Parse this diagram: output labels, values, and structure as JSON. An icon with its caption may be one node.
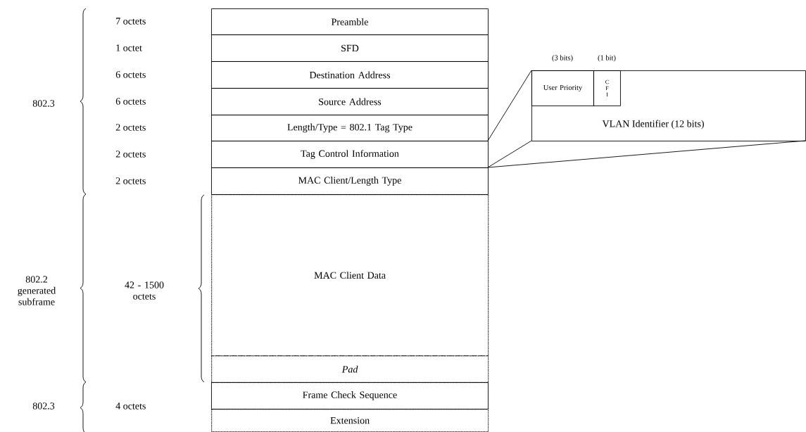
{
  "diagram": {
    "nodes": [
      {
        "text": [
          "Preamble"
        ]
      },
      {
        "text": [
          "SFD"
        ]
      },
      {
        "text": [
          "Destination Address"
        ]
      },
      {
        "text": [
          "Source Address"
        ]
      },
      {
        "text": [
          "Length/Type = 802.1 Tag Type"
        ]
      },
      {
        "text": [
          "Tag Control Information"
        ]
      },
      {
        "text": [
          "MAC Client/Length Type"
        ]
      },
      {
        "text": [
          "MAC Client Data"
        ]
      },
      {
        "text": [
          "Pad"
        ]
      },
      {
        "text": [
          "Frame Check Sequence"
        ]
      },
      {
        "text": [
          "Extension"
        ]
      },
      {
        "text": [
          "VLAN Identifier (12 bits)"
        ]
      },
      {
        "text": [
          "User Priority"
        ],
        "beside": [
          "(3 bits)"
        ],
        "in": 11
      },
      {
        "text": [
          "C F I"
        ],
        "beside": [
          "(1 bit)"
        ],
        "in": 11
      }
    ],
    "edges": [
      {
        "from": 5,
        "to": 11,
        "arrow": "none"
      },
      {
        "from": 5,
        "to": 11,
        "arrow": "none"
      },
      {
        "from": 5,
        "to": 11,
        "arrow": "none"
      }
    ],
    "labels": [
      "7 octets",
      "1 octet",
      "6 octets",
      "802.3",
      "6 octets",
      "2 octets",
      "2 octets",
      "2 octets",
      "802.2 generated subframe",
      "42 - 1500 octets",
      "802.3",
      "4 octets"
    ]
  }
}
